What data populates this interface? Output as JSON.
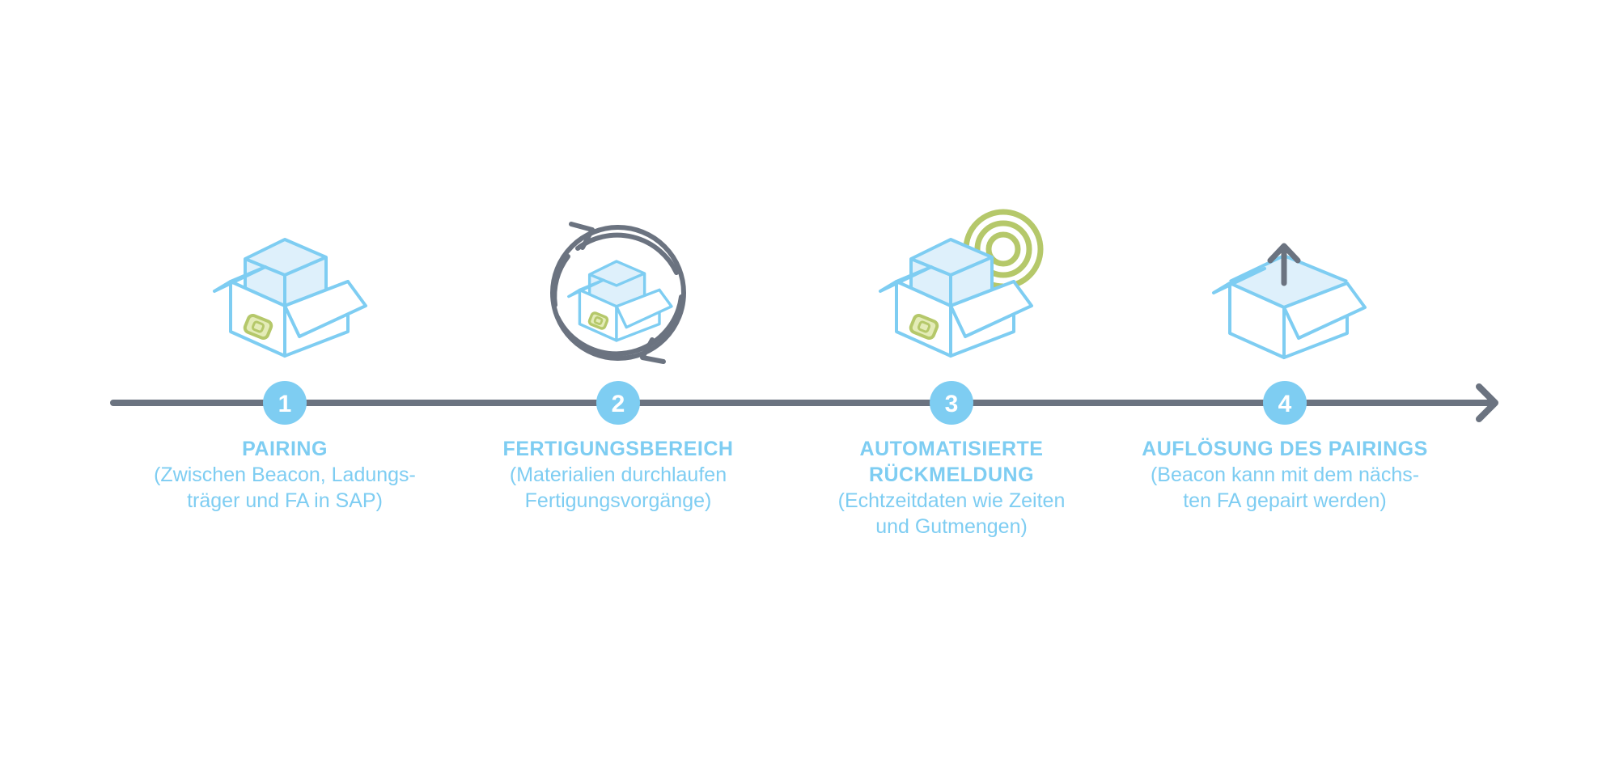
{
  "colors": {
    "line": "#6b7380",
    "accent_blue": "#7ecdf2",
    "box_fill": "#def0fb",
    "beacon_green": "#b5c86a",
    "text": "#7ecdf2"
  },
  "steps": [
    {
      "number": "1",
      "title": "PAIRING",
      "desc_lines": [
        "(Zwischen Beacon, Ladungs-",
        "träger und FA in SAP)"
      ],
      "icon": "box-with-beacon-icon"
    },
    {
      "number": "2",
      "title": "FERTIGUNGSBEREICH",
      "desc_lines": [
        "(Materialien durchlaufen",
        "Fertigungsvorgänge)"
      ],
      "icon": "box-cycle-icon"
    },
    {
      "number": "3",
      "title_lines": [
        "AUTOMATISIERTE",
        "RÜCKMELDUNG"
      ],
      "desc_lines": [
        "(Echtzeitdaten wie Zeiten",
        "und Gutmengen)"
      ],
      "icon": "box-signal-icon"
    },
    {
      "number": "4",
      "title": "AUFLÖSUNG DES PAIRINGS",
      "desc_lines": [
        "(Beacon kann mit dem nächs-",
        "ten FA gepairt werden)"
      ],
      "icon": "box-unpack-icon"
    }
  ]
}
